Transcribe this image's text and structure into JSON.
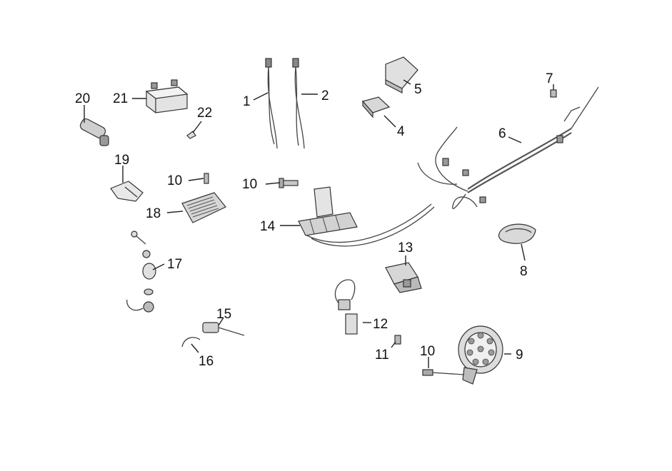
{
  "callouts": [
    "1",
    "2",
    "4",
    "5",
    "6",
    "7",
    "8",
    "9",
    "10",
    "11",
    "12",
    "13",
    "14",
    "15",
    "16",
    "17",
    "18",
    "19",
    "20",
    "21",
    "22"
  ],
  "colors": {
    "line": "#222222",
    "part_fill": "#e6e6e6",
    "part_dark": "#9a9a9a",
    "background": "#ffffff"
  },
  "labels": {
    "c1": "1",
    "c2": "2",
    "c4": "4",
    "c5": "5",
    "c6": "6",
    "c7": "7",
    "c8": "8",
    "c9": "9",
    "c10a": "10",
    "c10b": "10",
    "c10c": "10",
    "c11": "11",
    "c12": "12",
    "c13": "13",
    "c14": "14",
    "c15": "15",
    "c16": "16",
    "c17": "17",
    "c18": "18",
    "c19": "19",
    "c20": "20",
    "c21": "21",
    "c22": "22"
  }
}
